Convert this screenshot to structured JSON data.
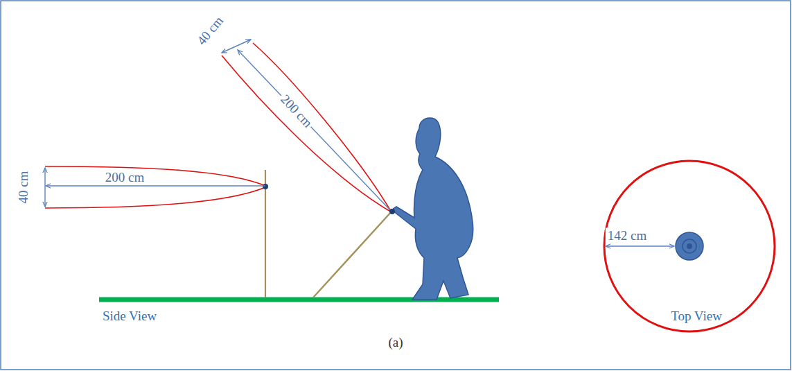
{
  "diagram": {
    "labels": [
      "40 cm",
      "200 cm",
      "40 cm",
      "200 cm",
      "142 cm",
      "Side View",
      "Top View",
      "(a)"
    ]
  }
}
